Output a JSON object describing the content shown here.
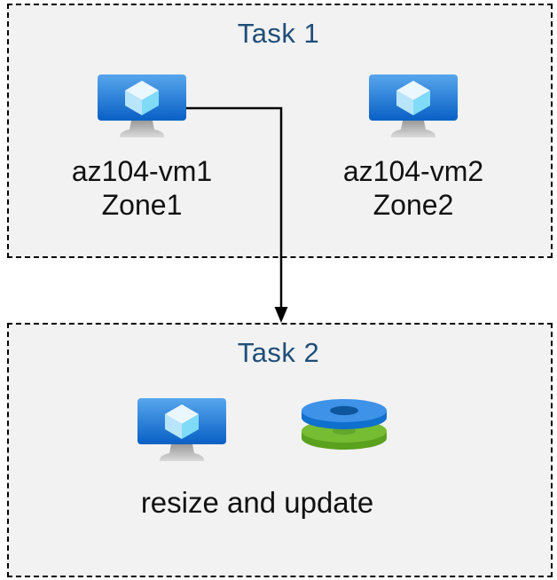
{
  "task1": {
    "title": "Task 1",
    "vms": [
      {
        "icon": "virtual-machine-icon",
        "name": "az104-vm1",
        "zone": "Zone1"
      },
      {
        "icon": "virtual-machine-icon",
        "name": "az104-vm2",
        "zone": "Zone2"
      }
    ]
  },
  "task2": {
    "title": "Task 2",
    "icons": [
      "virtual-machine-icon",
      "disks-icon"
    ],
    "caption": "resize and update"
  },
  "connector": {
    "type": "elbow-arrow",
    "from": "az104-vm1",
    "to": "Task 2"
  },
  "colors": {
    "box_background": "#f2f2f2",
    "box_border": "#000000",
    "title_text": "#1f4e79",
    "body_text": "#111111",
    "vm_screen_top": "#57a6ed",
    "vm_screen_bottom": "#0960c4",
    "cube_top": "#eaf7fe",
    "cube_left": "#b9e5fa",
    "cube_right": "#7fdbf8",
    "stand_gray": "#a8a8a8",
    "disk_blue_top": "#3e93e9",
    "disk_blue_side": "#1070ce",
    "disk_blue_hole": "#0e579e",
    "disk_green_top": "#76bd33",
    "disk_green_side": "#5aa11e",
    "disk_green_hole": "#63a62c",
    "arrow": "#000000"
  }
}
